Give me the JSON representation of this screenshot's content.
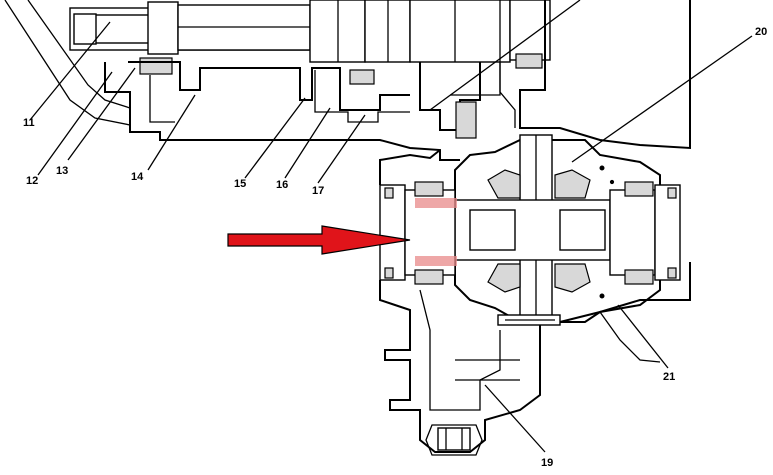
{
  "colors": {
    "line": "#000000",
    "highlight": "#e88a8a",
    "arrow": "#e0141a",
    "background": "#ffffff"
  },
  "callouts": [
    {
      "id": "c11",
      "text": "11"
    },
    {
      "id": "c12",
      "text": "12"
    },
    {
      "id": "c13",
      "text": "13"
    },
    {
      "id": "c14",
      "text": "14"
    },
    {
      "id": "c15",
      "text": "15"
    },
    {
      "id": "c16",
      "text": "16"
    },
    {
      "id": "c17",
      "text": "17"
    },
    {
      "id": "c19",
      "text": "19"
    },
    {
      "id": "c20",
      "text": "20"
    },
    {
      "id": "c21",
      "text": "21"
    }
  ],
  "indicator": {
    "icon": "red-arrow-icon"
  }
}
